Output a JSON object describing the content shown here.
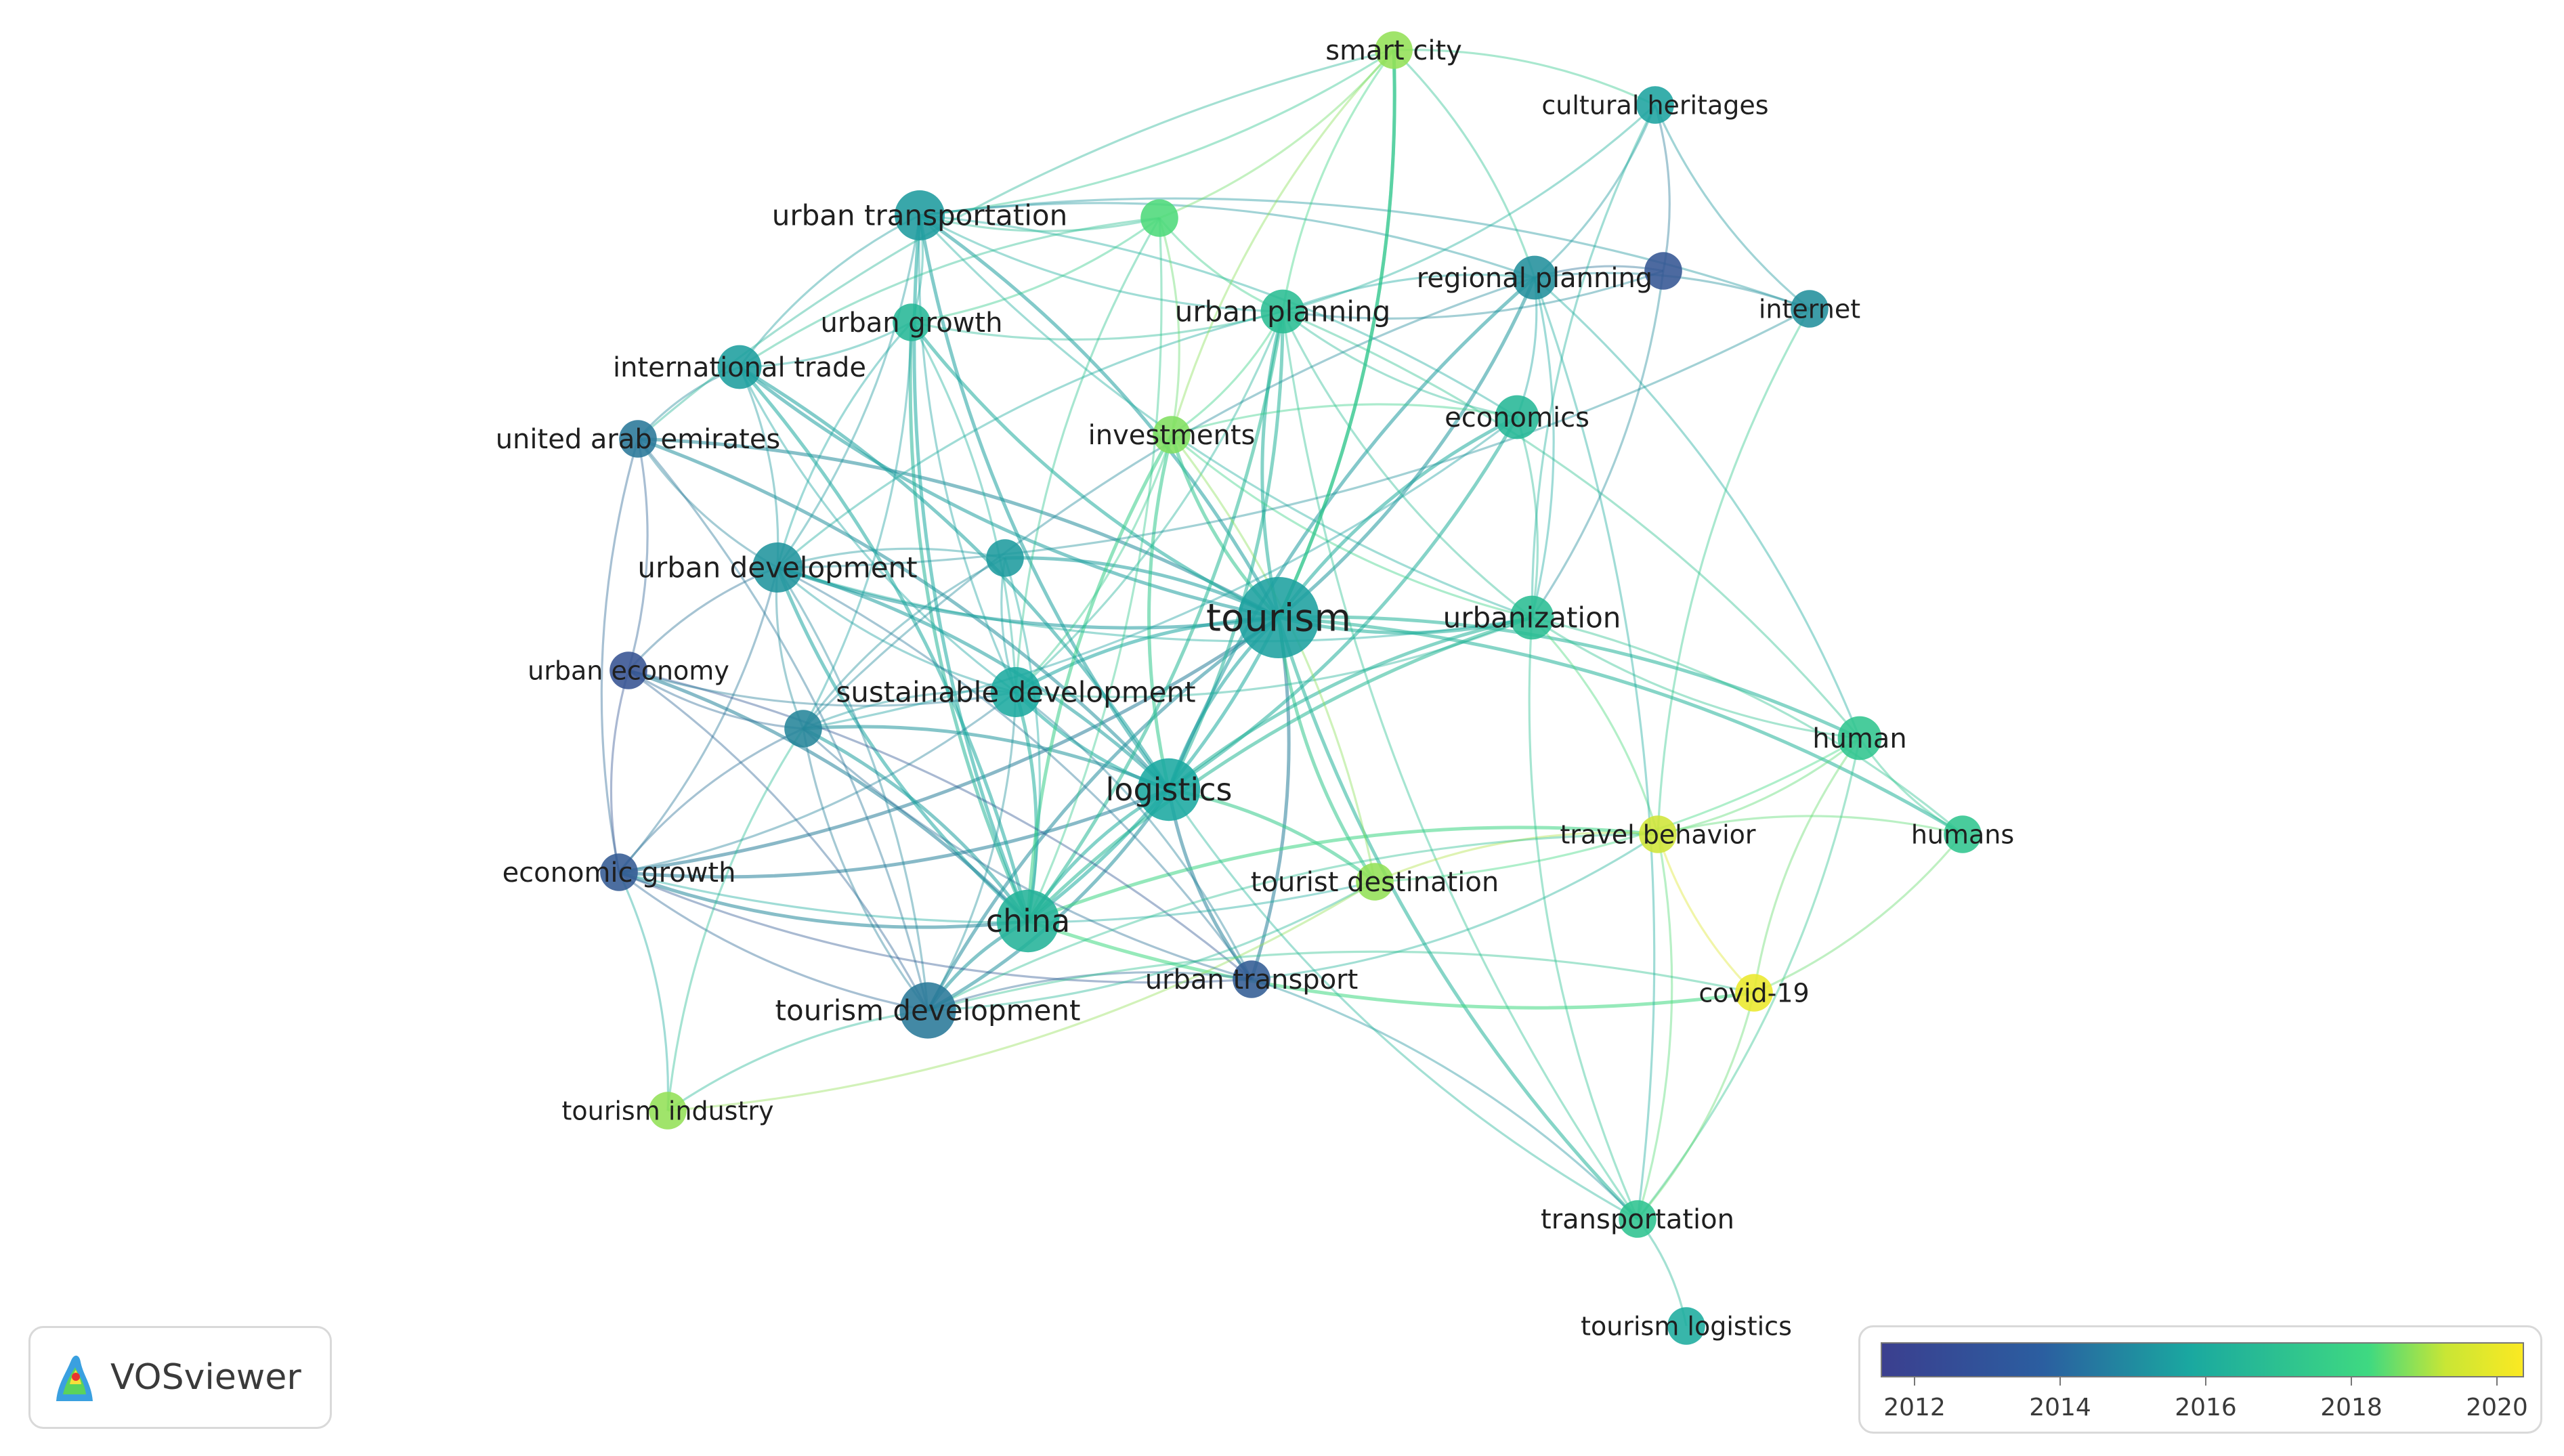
{
  "network": {
    "nodes": [
      {
        "id": "tourism",
        "label": "tourism",
        "weight": 10,
        "year": 2015.5,
        "lx": 0,
        "ly": 0,
        "fs": 56
      },
      {
        "id": "logistics",
        "label": "logistics",
        "weight": 7,
        "year": 2015.8,
        "lx": 0,
        "ly": 0,
        "fs": 46
      },
      {
        "id": "china",
        "label": "china",
        "weight": 7,
        "year": 2016.4,
        "lx": 0,
        "ly": 0,
        "fs": 46
      },
      {
        "id": "urban_transportation",
        "label": "urban transportation",
        "weight": 5,
        "year": 2015.3,
        "lx": 0,
        "ly": 0,
        "fs": 42
      },
      {
        "id": "urban_planning",
        "label": "urban planning",
        "weight": 4,
        "year": 2016.9,
        "lx": 0,
        "ly": 0,
        "fs": 42
      },
      {
        "id": "urban_growth",
        "label": "urban growth",
        "weight": 3,
        "year": 2016.6,
        "lx": 0,
        "ly": 0,
        "fs": 40
      },
      {
        "id": "international_trade",
        "label": "international trade",
        "weight": 4,
        "year": 2015.4,
        "lx": 0,
        "ly": 0,
        "fs": 40
      },
      {
        "id": "united_arab_emirates",
        "label": "united arab emirates",
        "weight": 3,
        "year": 2013.8,
        "lx": 0,
        "ly": 0,
        "fs": 40
      },
      {
        "id": "urban_development",
        "label": "urban development",
        "weight": 5,
        "year": 2015.0,
        "lx": 0,
        "ly": 0,
        "fs": 42
      },
      {
        "id": "urban_economy",
        "label": "urban economy",
        "weight": 3,
        "year": 2012.3,
        "lx": 0,
        "ly": 0,
        "fs": 38
      },
      {
        "id": "sustainable_development",
        "label": "sustainable development",
        "weight": 5,
        "year": 2015.9,
        "lx": 0,
        "ly": 0,
        "fs": 42
      },
      {
        "id": "economic_growth",
        "label": "economic growth",
        "weight": 3,
        "year": 2012.6,
        "lx": 0,
        "ly": 0,
        "fs": 40
      },
      {
        "id": "tourism_development",
        "label": "tourism development",
        "weight": 6,
        "year": 2013.9,
        "lx": 0,
        "ly": 0,
        "fs": 42
      },
      {
        "id": "tourism_industry",
        "label": "tourism industry",
        "weight": 3,
        "year": 2019.3,
        "lx": 0,
        "ly": 0,
        "fs": 38
      },
      {
        "id": "urban_transport",
        "label": "urban transport",
        "weight": 3,
        "year": 2012.7,
        "lx": 0,
        "ly": 0,
        "fs": 40
      },
      {
        "id": "tourist_destination",
        "label": "tourist destination",
        "weight": 3,
        "year": 2019.3,
        "lx": 0,
        "ly": 0,
        "fs": 40
      },
      {
        "id": "investments",
        "label": "investments",
        "weight": 3,
        "year": 2019.1,
        "lx": 0,
        "ly": 0,
        "fs": 40
      },
      {
        "id": "economics",
        "label": "economics",
        "weight": 4,
        "year": 2016.6,
        "lx": 0,
        "ly": 0,
        "fs": 40
      },
      {
        "id": "urbanization",
        "label": "urbanization",
        "weight": 4,
        "year": 2016.9,
        "lx": 0,
        "ly": 0,
        "fs": 42
      },
      {
        "id": "regional_planning",
        "label": "regional planning",
        "weight": 4,
        "year": 2014.8,
        "lx": 0,
        "ly": 0,
        "fs": 40
      },
      {
        "id": "internet",
        "label": "internet",
        "weight": 3,
        "year": 2014.8,
        "lx": 0,
        "ly": 0,
        "fs": 38
      },
      {
        "id": "cultural_heritages",
        "label": "cultural heritages",
        "weight": 3,
        "year": 2015.6,
        "lx": 0,
        "ly": 0,
        "fs": 38
      },
      {
        "id": "smart_city",
        "label": "smart city",
        "weight": 3,
        "year": 2019.3,
        "lx": 0,
        "ly": 0,
        "fs": 40
      },
      {
        "id": "human",
        "label": "human",
        "weight": 4,
        "year": 2017.3,
        "lx": 0,
        "ly": 0,
        "fs": 40
      },
      {
        "id": "humans",
        "label": "humans",
        "weight": 3,
        "year": 2017.3,
        "lx": 0,
        "ly": 0,
        "fs": 38
      },
      {
        "id": "travel_behavior",
        "label": "travel behavior",
        "weight": 3,
        "year": 2020.0,
        "lx": 0,
        "ly": 0,
        "fs": 38
      },
      {
        "id": "covid19",
        "label": "covid-19",
        "weight": 3,
        "year": 2020.3,
        "lx": 0,
        "ly": 0,
        "fs": 38
      },
      {
        "id": "transportation",
        "label": "transportation",
        "weight": 3,
        "year": 2017.2,
        "lx": 0,
        "ly": 0,
        "fs": 40
      },
      {
        "id": "tourism_logistics",
        "label": "tourism logistics",
        "weight": 3,
        "year": 2016.0,
        "lx": 0,
        "ly": 0,
        "fs": 38
      },
      {
        "id": "n_green_top",
        "label": "",
        "weight": 3,
        "year": 2018.5,
        "lx": 0,
        "ly": 0,
        "fs": 0
      },
      {
        "id": "n_rp_extra",
        "label": "",
        "weight": 3,
        "year": 2012.4,
        "lx": 0,
        "ly": 0,
        "fs": 0
      },
      {
        "id": "n_center",
        "label": "",
        "weight": 3,
        "year": 2015.3,
        "lx": 0,
        "ly": 0,
        "fs": 0
      },
      {
        "id": "n_left_mid",
        "label": "",
        "weight": 3,
        "year": 2014.4,
        "lx": 0,
        "ly": 0,
        "fs": 0
      }
    ]
  },
  "brand": {
    "name": "VOSviewer"
  },
  "legend": {
    "ticks": [
      "2012",
      "2014",
      "2016",
      "2018",
      "2020"
    ]
  },
  "colors": {
    "scale_start": "#3b3f8f",
    "scale_mid": "#1aa8a0",
    "scale_high": "#3fd981",
    "scale_end": "#fbe922"
  }
}
